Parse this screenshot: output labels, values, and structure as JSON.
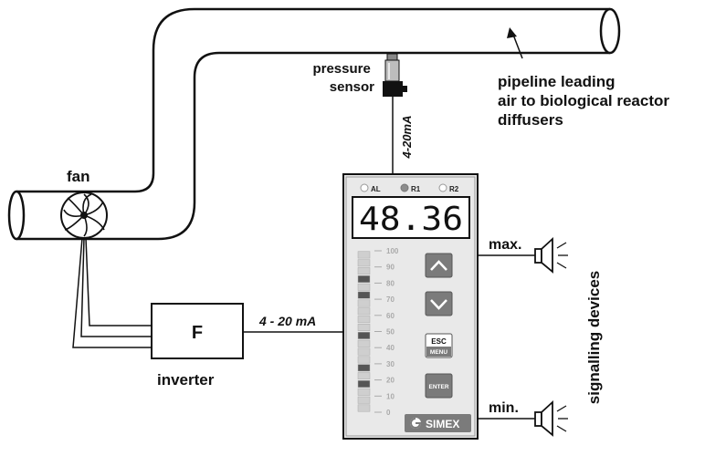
{
  "labels": {
    "fan": "fan",
    "pressure_sensor_line1": "pressure",
    "pressure_sensor_line2": "sensor",
    "pipeline_line1": "pipeline leading",
    "pipeline_line2": "air to biological reactor",
    "pipeline_line3": "diffusers",
    "signal_vertical": "4-20mA",
    "signal_horizontal": "4 - 20 mA",
    "inverter_box": "F",
    "inverter": "inverter",
    "max": "max.",
    "min": "min.",
    "signalling_devices": "signalling devices"
  },
  "meter": {
    "indicators": [
      "AL",
      "R1",
      "R2"
    ],
    "display_value": "48.36",
    "scale_ticks": [
      "100",
      "90",
      "80",
      "70",
      "60",
      "50",
      "40",
      "30",
      "20",
      "10",
      "0"
    ],
    "buttons": {
      "up_icon": "chevron-up-icon",
      "down_icon": "chevron-down-icon",
      "esc": "ESC",
      "menu": "MENU",
      "enter": "ENTER"
    },
    "brand": "SIMEX"
  },
  "colors": {
    "line": "#111111",
    "panel": "#e9e9e9",
    "button": "#7b7b7b",
    "sensor_metal": "#bdbdbd"
  }
}
